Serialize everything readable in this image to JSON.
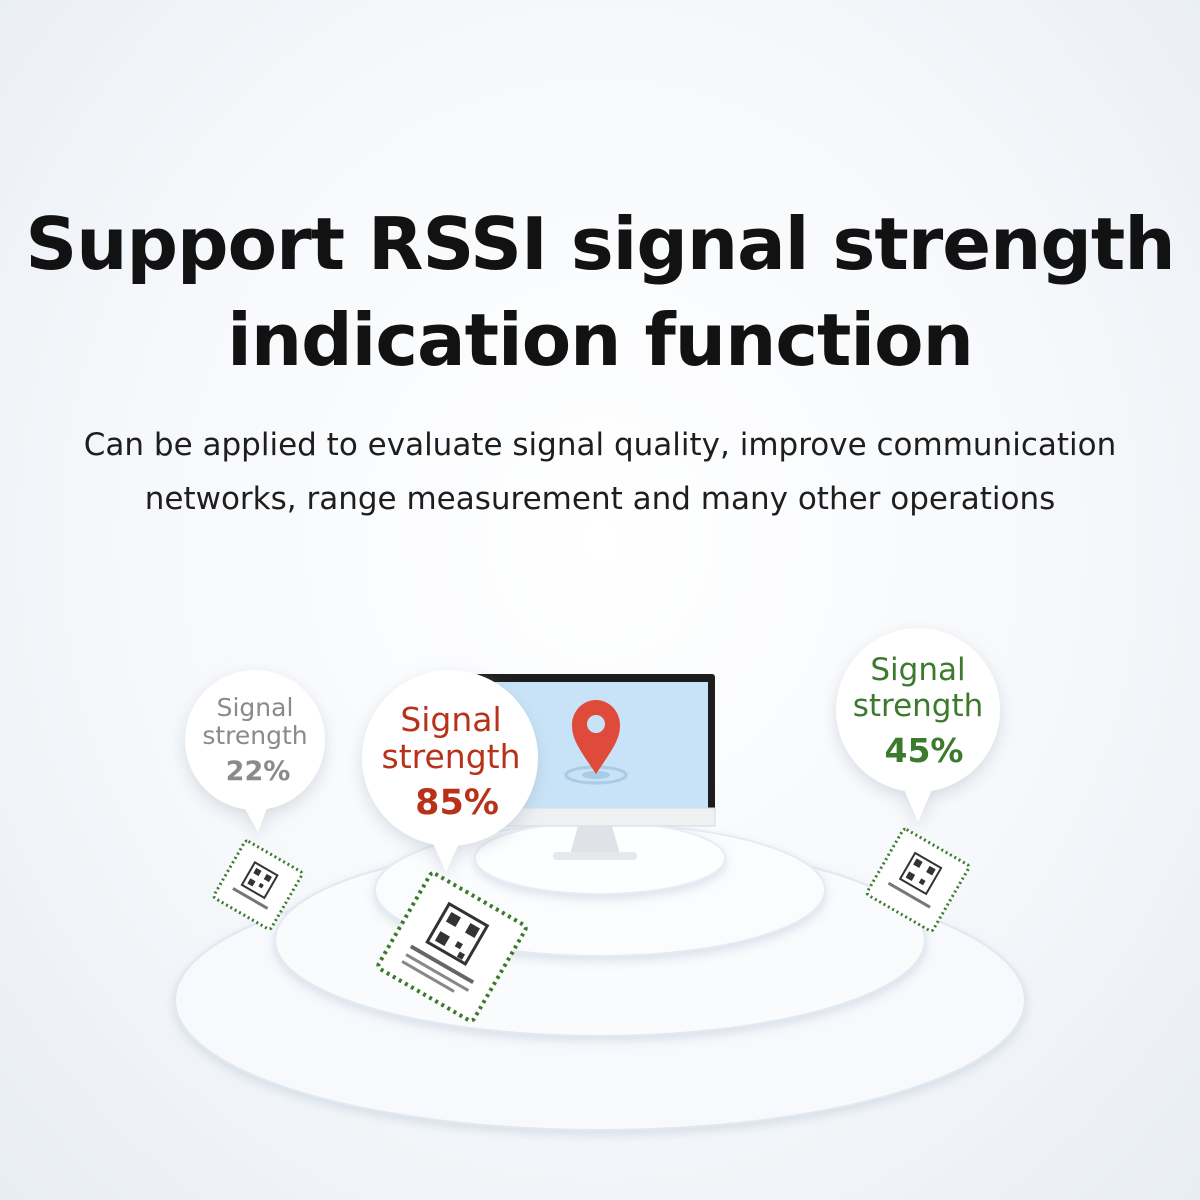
{
  "headline": {
    "line1": "Support RSSI signal strength",
    "line2": "indication function"
  },
  "subtitle": {
    "line1": "Can be applied to evaluate signal quality, improve communication",
    "line2": "networks, range measurement and many other operations"
  },
  "bubbles": {
    "left": {
      "label1": "Signal",
      "label2": "strength",
      "value": "22%",
      "level": 0.22,
      "color": "#8a8a8a"
    },
    "center": {
      "label1": "Signal",
      "label2": "strength",
      "value": "85%",
      "level": 0.85,
      "color": "#b8321a"
    },
    "right": {
      "label1": "Signal",
      "label2": "strength",
      "value": "45%",
      "level": 0.45,
      "color": "#3d7a2e"
    }
  },
  "icons": {
    "monitor": "monitor-icon",
    "pin": "location-pin-icon",
    "module": "wireless-module-icon"
  },
  "colors": {
    "screen": "#c8e3f7",
    "pin": "#e04a3a",
    "module_border": "#3a7a2a"
  }
}
